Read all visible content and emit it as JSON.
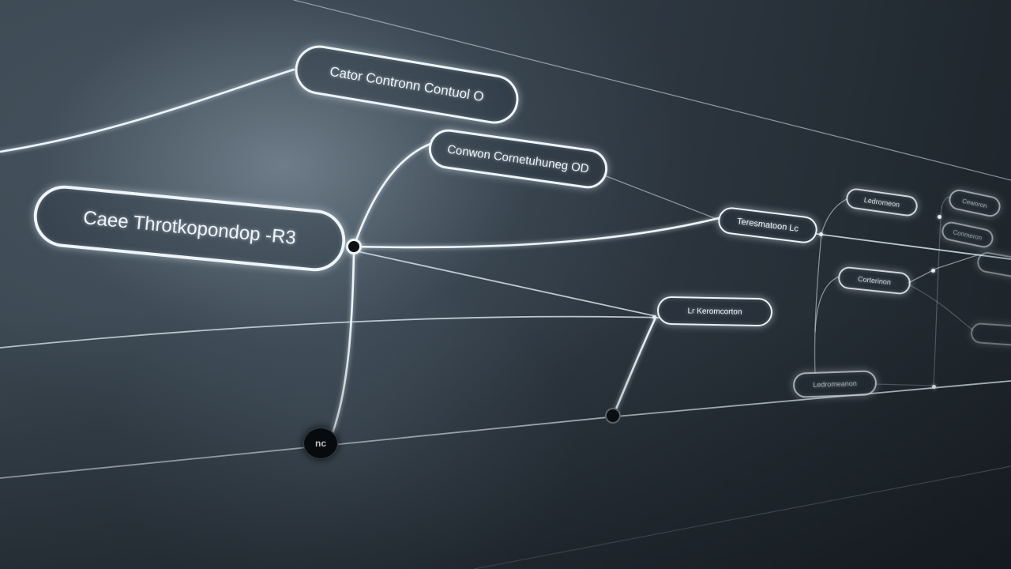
{
  "nodes": {
    "main": "Caee Throtkopondop -R3",
    "top": "Cator Contronn Contuol O",
    "second": "Conwon Cornetuhuneg OD",
    "right_a": "Teresmatoon Lc",
    "middle": "Lr Keromcorton",
    "far_1": "Ledromeon",
    "far_2": "Corterinon",
    "far_3": "Ledromeanon",
    "edge_1": "Ceworon",
    "edge_2": "Conmeron",
    "edge_3": "",
    "edge_4": ""
  },
  "badges": {
    "bottom": "nc"
  },
  "colors": {
    "wire": "#d5e0e8",
    "node_border": "#eef4f8",
    "background": "#36424c"
  }
}
